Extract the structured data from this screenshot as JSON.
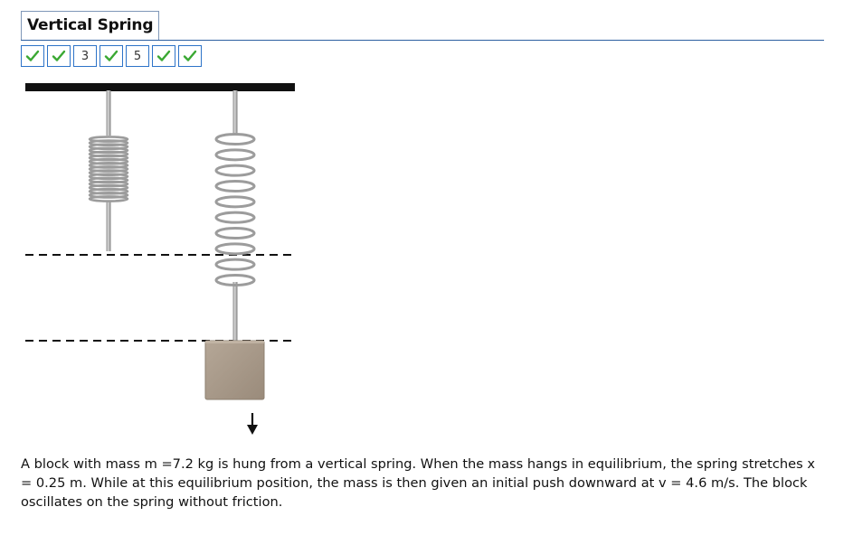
{
  "title": "Vertical Spring",
  "parts": [
    {
      "label": "",
      "status": "correct",
      "icon": "check-icon"
    },
    {
      "label": "",
      "status": "correct",
      "icon": "check-icon"
    },
    {
      "label": "3",
      "status": "pending"
    },
    {
      "label": "",
      "status": "correct",
      "icon": "check-icon"
    },
    {
      "label": "5",
      "status": "pending"
    },
    {
      "label": "",
      "status": "correct",
      "icon": "check-icon"
    },
    {
      "label": "",
      "status": "correct",
      "icon": "check-icon"
    }
  ],
  "colors": {
    "check": "#3aa832",
    "part_border": "#2d73c8",
    "title_rule": "#2d5fa0",
    "block": "#a8998a",
    "spring": "#b4b4b4"
  },
  "figure": {
    "arrow_icon": "down-arrow-icon",
    "spring_icon": "spring-icon"
  },
  "problem": {
    "text": "A block with mass m =7.2 kg is hung from a vertical spring. When the mass hangs in equilibrium, the spring stretches x = 0.25 m. While at this equilibrium position, the mass is then given an initial push downward at v = 4.6 m/s. The block oscillates on the spring without friction."
  }
}
